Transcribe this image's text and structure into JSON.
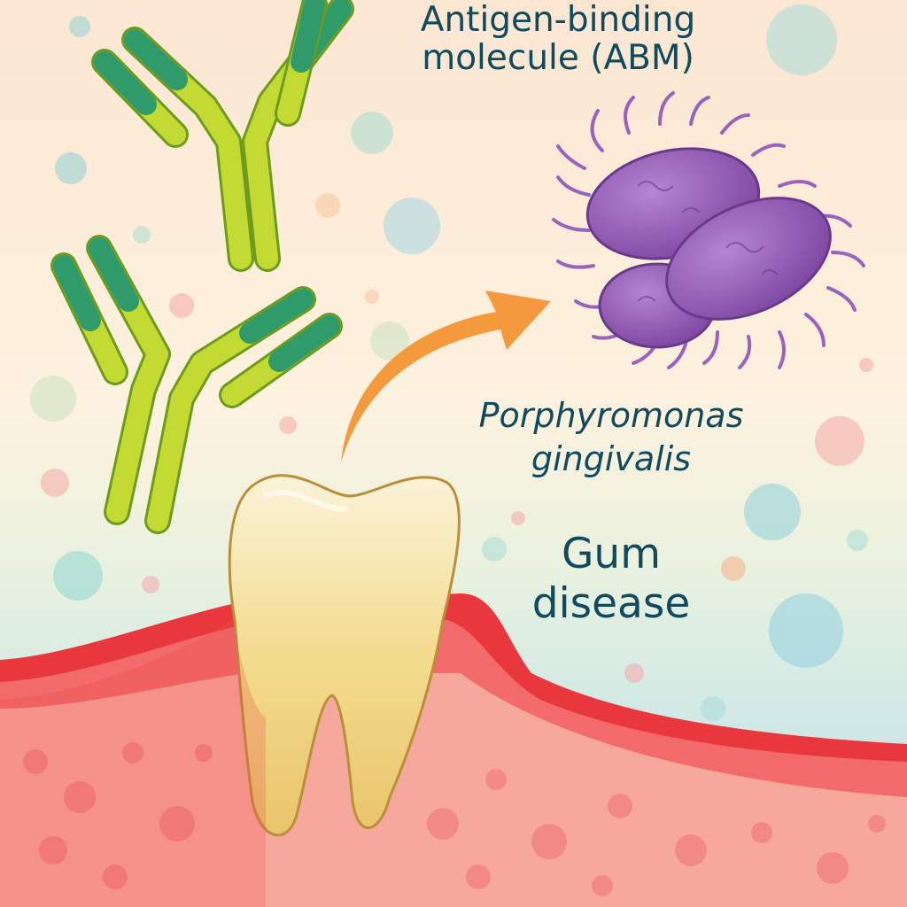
{
  "labels": {
    "abm_line1": "Antigen-binding",
    "abm_line2": "molecule (ABM)",
    "bacteria_line1": "Porphyromonas",
    "bacteria_line2": "gingivalis",
    "disease_line1": "Gum",
    "disease_line2": "disease"
  },
  "colors": {
    "text": "#0f4a5e",
    "antibody_green": "#b9d42c",
    "antibody_teal": "#2f9a6a",
    "bacteria": "#8e54b0",
    "arrow": "#f59a3c",
    "gum": "#e8383e",
    "tooth": "#f3dc8e"
  }
}
